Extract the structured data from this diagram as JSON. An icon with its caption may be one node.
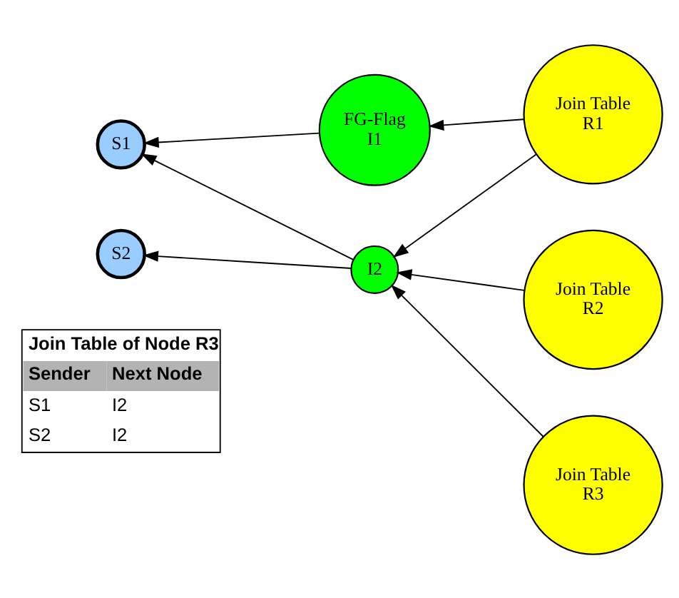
{
  "diagram": {
    "nodes": [
      {
        "text": [
          "S1"
        ]
      },
      {
        "text": [
          "S2"
        ]
      },
      {
        "text": [
          "FG-Flag",
          "I1"
        ]
      },
      {
        "text": [
          "I2"
        ]
      },
      {
        "text": [
          "Join Table",
          "R1"
        ]
      },
      {
        "text": [
          "Join Table",
          "R2"
        ]
      },
      {
        "text": [
          "Join Table",
          "R3"
        ]
      }
    ],
    "edges": [
      {
        "from": 2,
        "to": 0,
        "arrow": "to"
      },
      {
        "from": 3,
        "to": 0,
        "arrow": "to"
      },
      {
        "from": 3,
        "to": 1,
        "arrow": "to"
      },
      {
        "from": 4,
        "to": 2,
        "arrow": "to"
      },
      {
        "from": 4,
        "to": 3,
        "arrow": "to"
      },
      {
        "from": 5,
        "to": 3,
        "arrow": "to"
      },
      {
        "from": 6,
        "to": 3,
        "arrow": "to"
      }
    ],
    "labels": [
      "Join Table of Node R3",
      "Sender",
      "Next Node",
      "S1",
      "I2",
      "S2",
      "I2"
    ]
  }
}
